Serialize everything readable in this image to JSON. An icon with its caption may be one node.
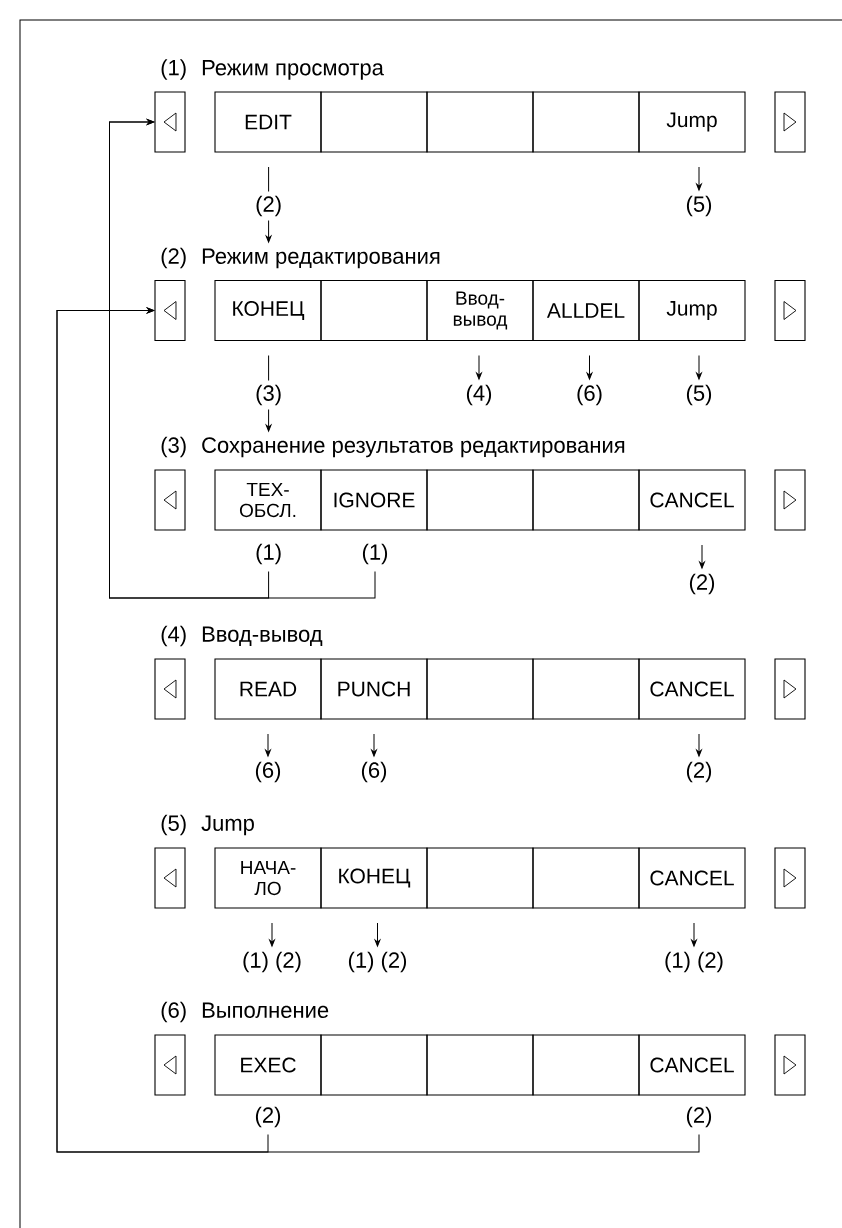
{
  "diagram": {
    "nodes": [
      {
        "text": [
          "(1)",
          "Режим просмотра"
        ]
      },
      {
        "text": [],
        "shape": "box"
      },
      {
        "text": [
          "EDIT"
        ]
      },
      {
        "text": [],
        "shape": "box"
      },
      {
        "text": [],
        "shape": "box"
      },
      {
        "text": [],
        "shape": "box"
      },
      {
        "text": [
          "Jump"
        ]
      },
      {
        "text": [],
        "shape": "box"
      },
      {
        "text": [
          "(2)"
        ]
      },
      {
        "text": [
          "(5)"
        ]
      },
      {
        "text": [
          "(2)",
          "Режим редактирования"
        ]
      },
      {
        "text": [],
        "shape": "box"
      },
      {
        "text": [
          "КОНЕЦ"
        ]
      },
      {
        "text": [],
        "shape": "box"
      },
      {
        "text": [
          "Ввод- вывод"
        ]
      },
      {
        "text": [
          "ALLDEL"
        ]
      },
      {
        "text": [
          "Jump"
        ]
      },
      {
        "text": [],
        "shape": "box"
      },
      {
        "text": [
          "(3)"
        ]
      },
      {
        "text": [
          "(4)"
        ]
      },
      {
        "text": [
          "(6)"
        ]
      },
      {
        "text": [
          "(5)"
        ]
      },
      {
        "text": [
          "(3)",
          "Сохранение результатов редактирования"
        ]
      },
      {
        "text": [],
        "shape": "box"
      },
      {
        "text": [
          "ТЕХ- ОБСЛ."
        ]
      },
      {
        "text": [
          "IGNORE"
        ]
      },
      {
        "text": [],
        "shape": "box"
      },
      {
        "text": [],
        "shape": "box"
      },
      {
        "text": [
          "CANCEL"
        ]
      },
      {
        "text": [],
        "shape": "box"
      },
      {
        "text": [
          "(1)"
        ]
      },
      {
        "text": [
          "(1)"
        ]
      },
      {
        "text": [
          "(2)"
        ]
      },
      {
        "text": [
          "(4)",
          "Ввод-вывод"
        ]
      },
      {
        "text": [],
        "shape": "box"
      },
      {
        "text": [
          "READ"
        ]
      },
      {
        "text": [
          "PUNCH"
        ]
      },
      {
        "text": [],
        "shape": "box"
      },
      {
        "text": [],
        "shape": "box"
      },
      {
        "text": [
          "CANCEL"
        ]
      },
      {
        "text": [],
        "shape": "box"
      },
      {
        "text": [
          "(6)"
        ]
      },
      {
        "text": [
          "(6)"
        ]
      },
      {
        "text": [
          "(2)"
        ]
      },
      {
        "text": [
          "(5)",
          "Jump"
        ]
      },
      {
        "text": [],
        "shape": "box"
      },
      {
        "text": [
          "НАЧА- ЛО"
        ]
      },
      {
        "text": [
          "КОНЕЦ"
        ]
      },
      {
        "text": [],
        "shape": "box"
      },
      {
        "text": [],
        "shape": "box"
      },
      {
        "text": [
          "CANCEL"
        ]
      },
      {
        "text": [],
        "shape": "box"
      },
      {
        "text": [
          "(1) (2)"
        ]
      },
      {
        "text": [
          "(1) (2)"
        ]
      },
      {
        "text": [
          "(1) (2)"
        ]
      },
      {
        "text": [
          "(6)",
          "Выполнение"
        ]
      },
      {
        "text": [],
        "shape": "box"
      },
      {
        "text": [
          "EXEC"
        ]
      },
      {
        "text": [],
        "shape": "box"
      },
      {
        "text": [],
        "shape": "box"
      },
      {
        "text": [],
        "shape": "box"
      },
      {
        "text": [
          "CANCEL"
        ]
      },
      {
        "text": [],
        "shape": "box"
      },
      {
        "text": [
          "(2)"
        ]
      },
      {
        "text": [
          "(2)"
        ]
      }
    ],
    "edges": [
      {
        "from": 2,
        "to": 8,
        "arrow": "none"
      },
      {
        "from": 8,
        "to": 10,
        "arrow": "to"
      },
      {
        "from": 6,
        "to": 9,
        "arrow": "to"
      },
      {
        "from": 12,
        "to": 18,
        "arrow": "none"
      },
      {
        "from": 18,
        "to": 22,
        "arrow": "to"
      },
      {
        "from": 14,
        "to": 19,
        "arrow": "to"
      },
      {
        "from": 15,
        "to": 20,
        "arrow": "to"
      },
      {
        "from": 16,
        "to": 21,
        "arrow": "to"
      },
      {
        "from": 30,
        "to": 1,
        "arrow": "to"
      },
      {
        "from": 31,
        "to": 1,
        "arrow": "to"
      },
      {
        "from": 28,
        "to": 32,
        "arrow": "to"
      },
      {
        "from": 35,
        "to": 41,
        "arrow": "to"
      },
      {
        "from": 36,
        "to": 42,
        "arrow": "to"
      },
      {
        "from": 39,
        "to": 43,
        "arrow": "to"
      },
      {
        "from": 46,
        "to": 52,
        "arrow": "to"
      },
      {
        "from": 47,
        "to": 53,
        "arrow": "to"
      },
      {
        "from": 50,
        "to": 54,
        "arrow": "to"
      },
      {
        "from": 63,
        "to": 11,
        "arrow": "to"
      },
      {
        "from": 64,
        "to": 11,
        "arrow": "to"
      }
    ]
  }
}
